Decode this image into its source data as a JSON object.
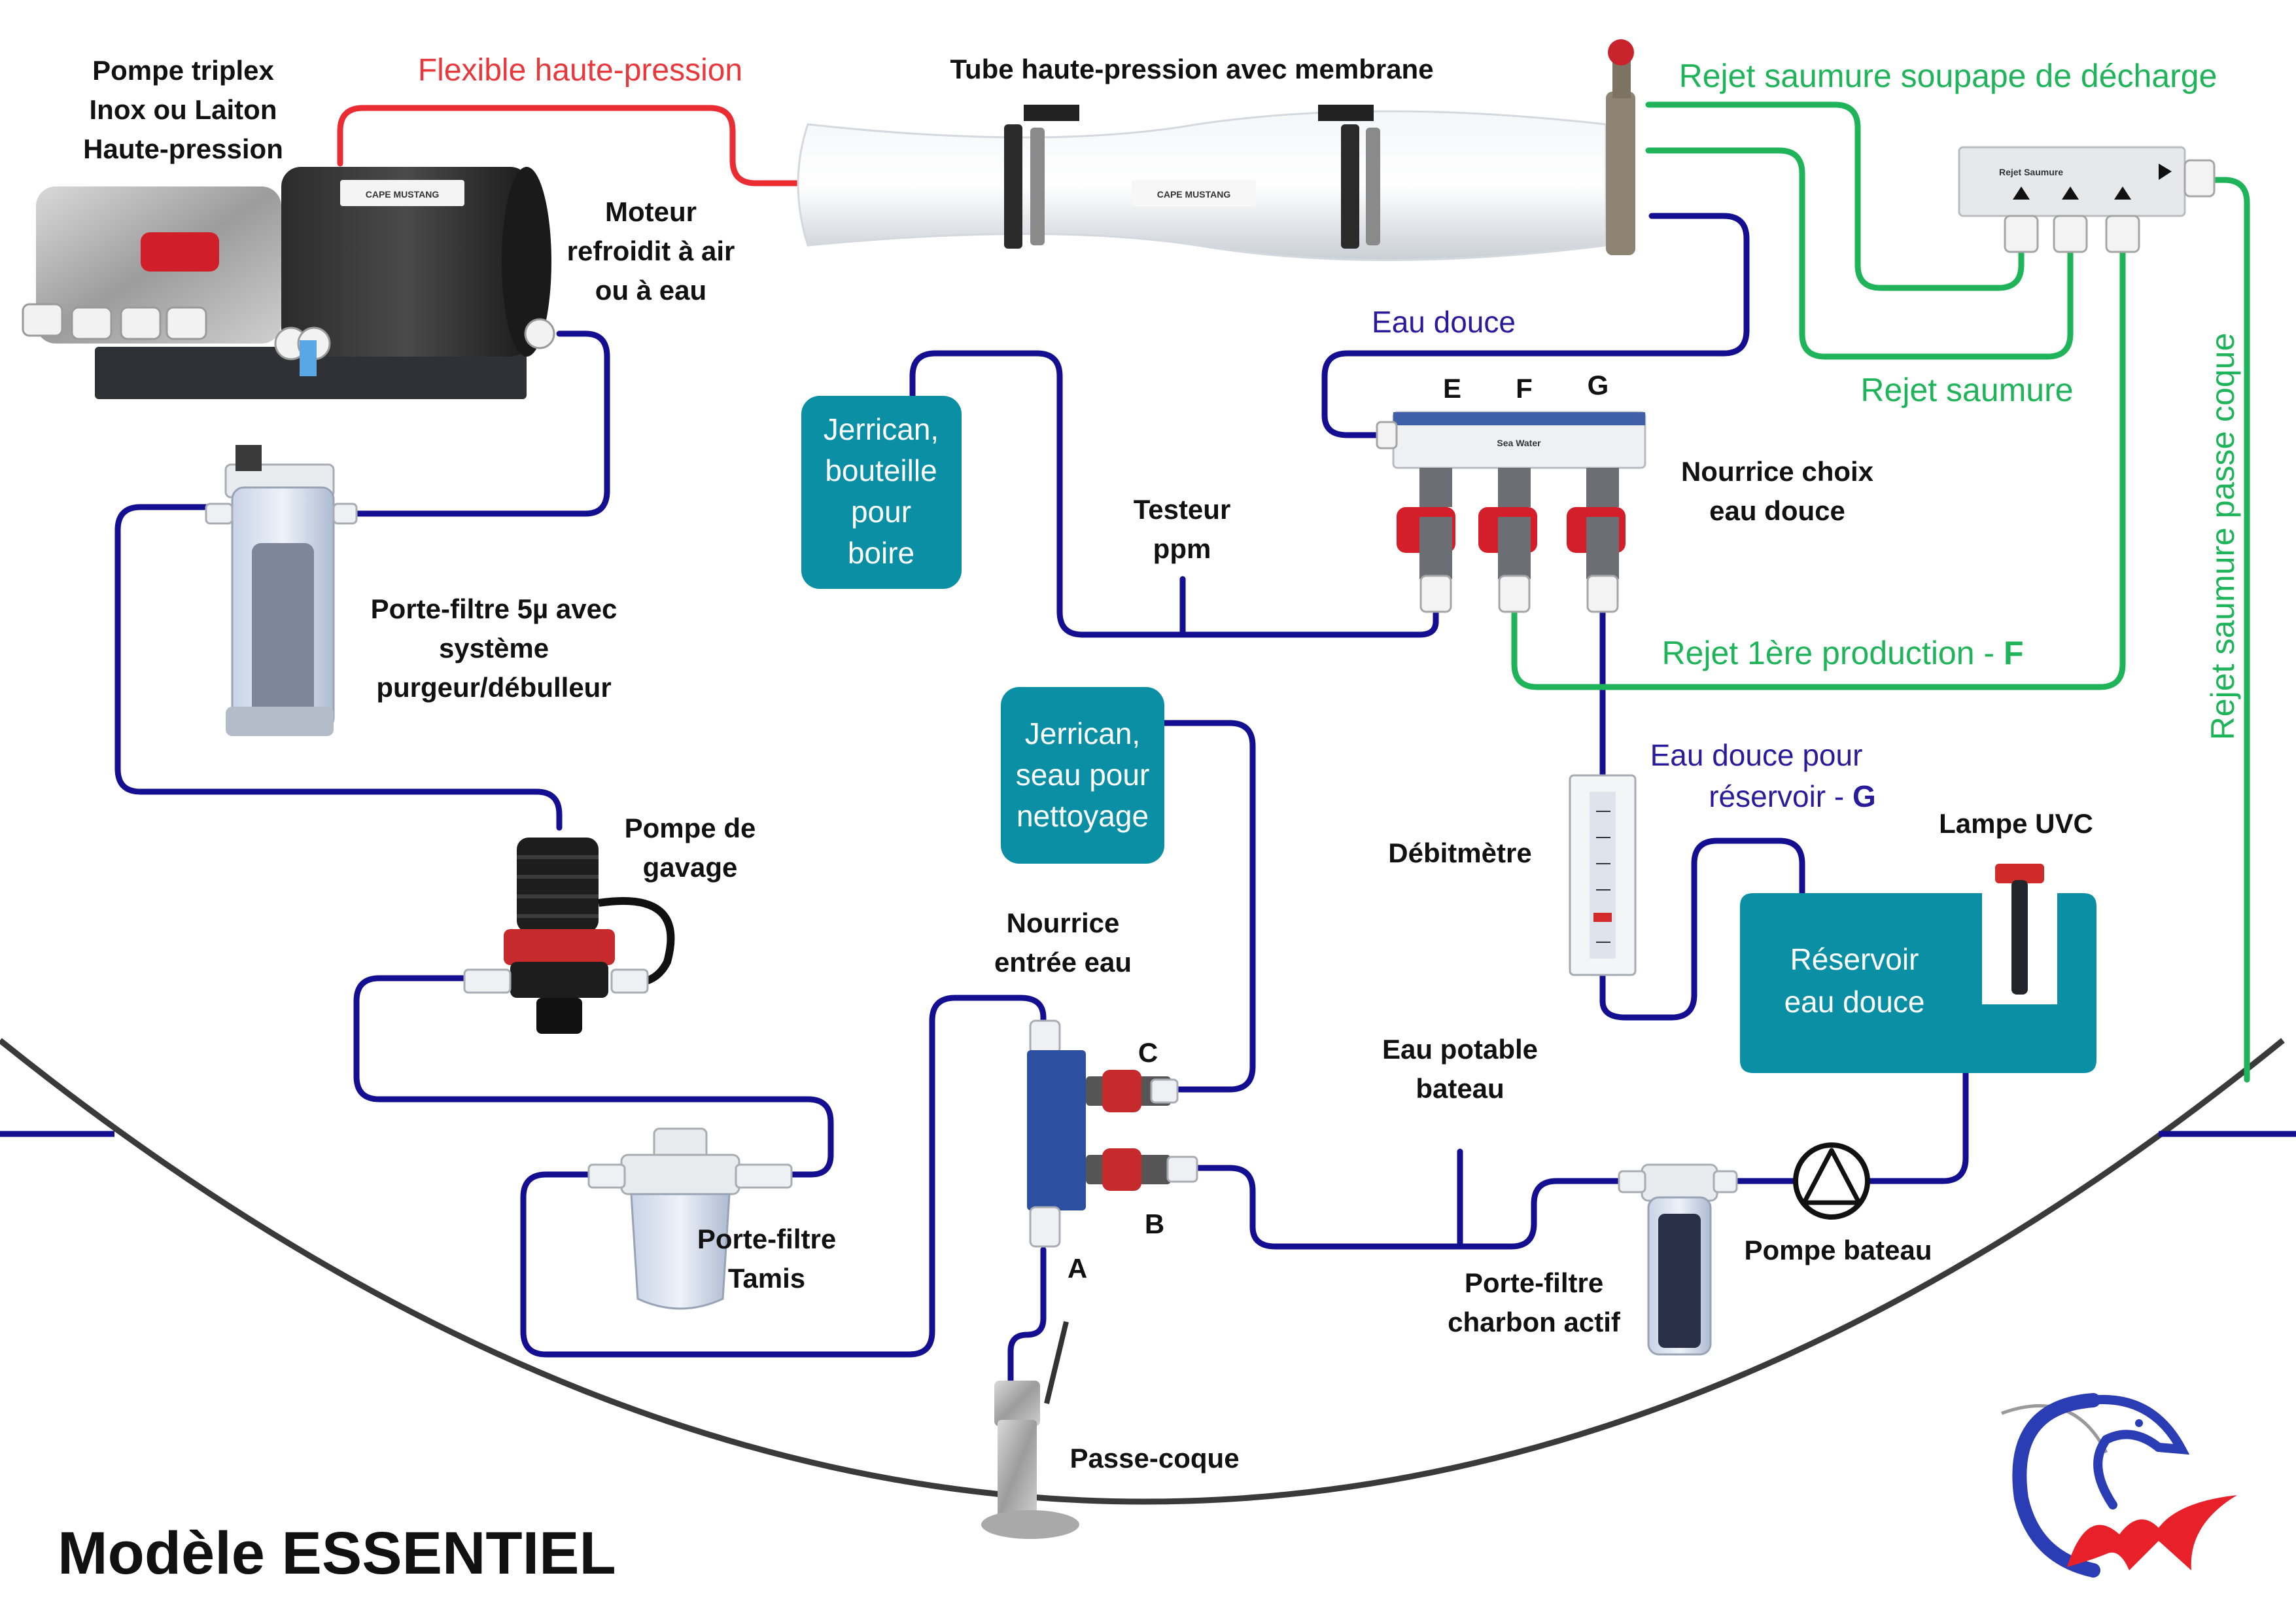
{
  "title": "Modèle ESSENTIEL",
  "colors": {
    "blue_line": "#140f91",
    "green_line": "#1fb45a",
    "red_line": "#ea2c33",
    "teal_box": "#0a8fa5",
    "hull": "#3a3a3a",
    "logo_blue": "#2b3db5",
    "logo_red": "#e8202a"
  },
  "labels": {
    "pompe_triplex": [
      "Pompe triplex",
      "Inox ou Laiton",
      "Haute-pression"
    ],
    "flexible": "Flexible haute-pression",
    "tube": "Tube haute-pression avec membrane",
    "moteur": [
      "Moteur",
      "refroidit à air",
      "ou à eau"
    ],
    "rejet_soupape": "Rejet saumure soupape de décharge",
    "eau_douce": "Eau douce",
    "rejet_saumure": "Rejet saumure",
    "rejet_passe_coque": "Rejet saumure passe coque",
    "nourrice_choix": [
      "Nourrice choix",
      "eau douce"
    ],
    "testeur": [
      "Testeur",
      "ppm"
    ],
    "rejet_1ere": "Rejet 1ère production - ",
    "rejet_1ere_letter": "F",
    "eau_douce_reservoir": [
      "Eau douce pour",
      "réservoir - "
    ],
    "eau_douce_reservoir_letter": "G",
    "porte_filtre_5": [
      "Porte-filtre 5µ avec",
      "système",
      "purgeur/débulleur"
    ],
    "pompe_gavage": [
      "Pompe de",
      "gavage"
    ],
    "debitmetre": "Débitmètre",
    "lampe_uvc": "Lampe UVC",
    "nourrice_entree": [
      "Nourrice",
      "entrée eau"
    ],
    "eau_potable": [
      "Eau potable",
      "bateau"
    ],
    "porte_filtre_tamis": [
      "Porte-filtre",
      "Tamis"
    ],
    "pompe_bateau": "Pompe bateau",
    "porte_filtre_charbon": [
      "Porte-filtre",
      "charbon actif"
    ],
    "passe_coque": "Passe-coque",
    "letters": {
      "E": "E",
      "F": "F",
      "G": "G",
      "A": "A",
      "B": "B",
      "C": "C"
    }
  },
  "boxes": {
    "jerrican_boire": [
      "Jerrican,",
      "bouteille",
      "pour",
      "boire"
    ],
    "jerrican_nettoyage": [
      "Jerrican,",
      "seau pour",
      "nettoyage"
    ],
    "reservoir": [
      "Réservoir",
      "eau douce"
    ]
  },
  "devices": {
    "motor_brand": "CAPE MUSTANG",
    "membrane_brand": "CAPE MUSTANG",
    "manifold_rejet": "Rejet Saumure",
    "manifold_sea_water": "Sea Water"
  },
  "icons": [
    "pump-triplex-icon",
    "membrane-tube-icon",
    "filter-icon",
    "valve-icon",
    "flowmeter-icon",
    "uv-lamp-icon",
    "pump-circle-icon",
    "thru-hull-icon",
    "dolphin-logo-icon"
  ]
}
